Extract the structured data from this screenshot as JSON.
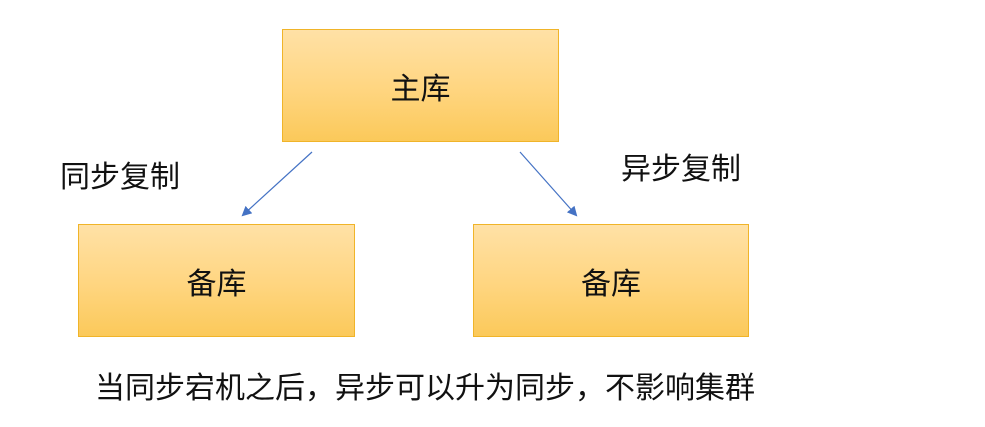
{
  "boxes": {
    "master": "主库",
    "standby_left": "备库",
    "standby_right": "备库"
  },
  "labels": {
    "sync": "同步复制",
    "async": "异步复制"
  },
  "caption": "当同步宕机之后，异步可以升为同步，不影响集群",
  "colors": {
    "box_fill_top": "#ffe1a6",
    "box_fill_bottom": "#fbc95a",
    "box_border": "#f0b429",
    "arrow": "#4472c4"
  }
}
